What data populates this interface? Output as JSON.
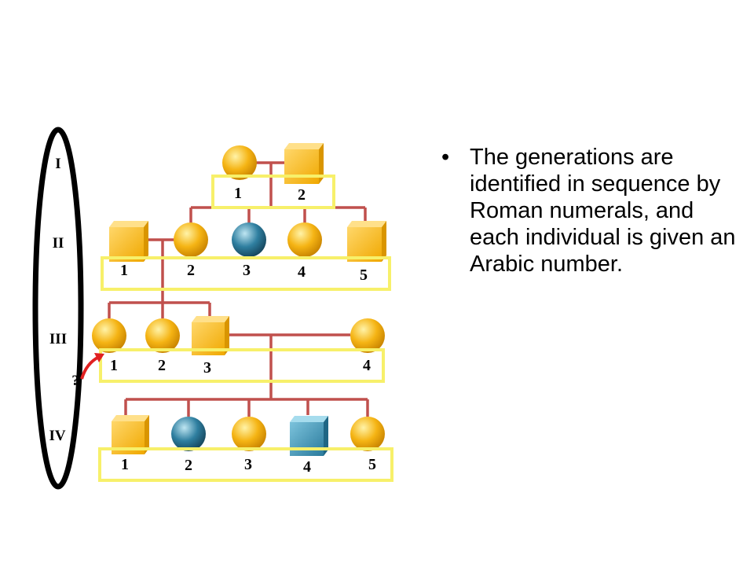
{
  "generations": [
    "I",
    "II",
    "III",
    "IV"
  ],
  "question_mark": "?",
  "colors": {
    "affected": "#2f7fa0",
    "unaffected": "#f5b414",
    "line": "#c0504d",
    "box": "#f7f06a",
    "arrow": "#e02020"
  },
  "individuals": {
    "I": [
      {
        "label": "1",
        "sex": "female",
        "affected": false
      },
      {
        "label": "2",
        "sex": "male",
        "affected": false
      }
    ],
    "II": [
      {
        "label": "1",
        "sex": "male",
        "affected": false
      },
      {
        "label": "2",
        "sex": "female",
        "affected": false
      },
      {
        "label": "3",
        "sex": "female",
        "affected": true
      },
      {
        "label": "4",
        "sex": "female",
        "affected": false
      },
      {
        "label": "5",
        "sex": "male",
        "affected": false
      }
    ],
    "III": [
      {
        "label": "1",
        "sex": "female",
        "affected": false
      },
      {
        "label": "2",
        "sex": "female",
        "affected": false
      },
      {
        "label": "3",
        "sex": "male",
        "affected": false
      },
      {
        "label": "4",
        "sex": "female",
        "affected": false
      }
    ],
    "IV": [
      {
        "label": "1",
        "sex": "male",
        "affected": false
      },
      {
        "label": "2",
        "sex": "female",
        "affected": true
      },
      {
        "label": "3",
        "sex": "female",
        "affected": false
      },
      {
        "label": "4",
        "sex": "male",
        "affected": true
      },
      {
        "label": "5",
        "sex": "female",
        "affected": false
      }
    ]
  },
  "bullet": {
    "symbol": "•",
    "text": "The generations are identified in sequence by Roman numerals, and each individual is given an Arabic number."
  }
}
